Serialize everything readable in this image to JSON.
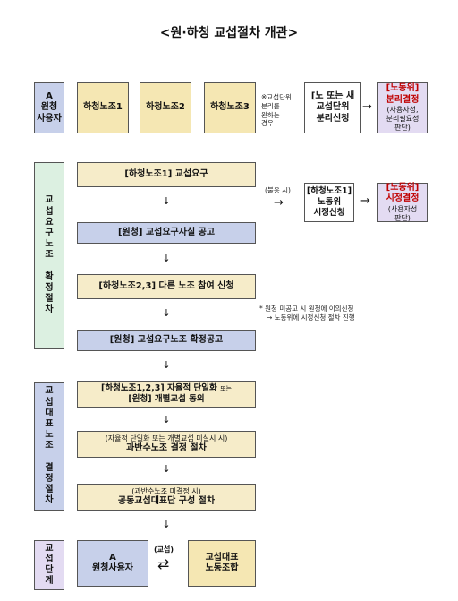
{
  "title": "<원·하청 교섭절차 개관>",
  "row1": {
    "a_label": "A\n원청\n사용자",
    "unions": [
      "하청노조1",
      "하청노조2",
      "하청노조3"
    ],
    "note": "※교섭단위\n분리를\n원하는\n경우",
    "separate_request": "[노 또는 새\n교섭단위\n분리신청",
    "arrow": "→",
    "commission": {
      "title": "[노동위]\n분리결정",
      "sub": "(사용자성,\n분리필요성\n판단)"
    }
  },
  "side_labels": {
    "confirm": "교\n섭\n요\n구\n노\n조\n\n확\n정\n절\n차",
    "representative": "교\n섭\n대\n표\n노\n조\n\n결\n정\n절\n차",
    "bargaining": "교\n섭\n단\n계"
  },
  "flow": {
    "step1": "[하청노조1] 교섭요구",
    "step2": "[원청] 교섭요구사실 공고",
    "step3": "[하청노조2,3] 다른 노조 참여 신청",
    "step4": "[원청] 교섭요구노조 확정공고",
    "step5_line1": "[하청노조1,2,3] 자율적 단일화",
    "step5_or": "또는",
    "step5_line2": "[원청] 개별교섭 동의",
    "step6_sub": "(자율적 단일화 또는 개별교섭 미실시 시)",
    "step6_main": "과반수노조 결정 절차",
    "step7_sub": "(과반수노조 미결정 시)",
    "step7_main": "공동교섭대표단 구성 절차"
  },
  "refusal": {
    "label": "(불응 시)",
    "arrow": "→",
    "correction_request": "[하청노조1]\n노동위\n시정신청",
    "arrow2": "→",
    "commission_title": "[노동위]\n시정결정",
    "commission_sub": "(사용자성\n판단)"
  },
  "note2": {
    "line1": "* 원청 미공고 시 원청에 이의신청",
    "line2": "→ 노동위에 시정신청 절차 진행"
  },
  "bottom": {
    "a_user": "A\n원청사용자",
    "bargain_label": "(교섭)",
    "exchange_arrow": "⇄",
    "rep_union": "교섭대표\n노동조합"
  },
  "arrow_down": "↓"
}
